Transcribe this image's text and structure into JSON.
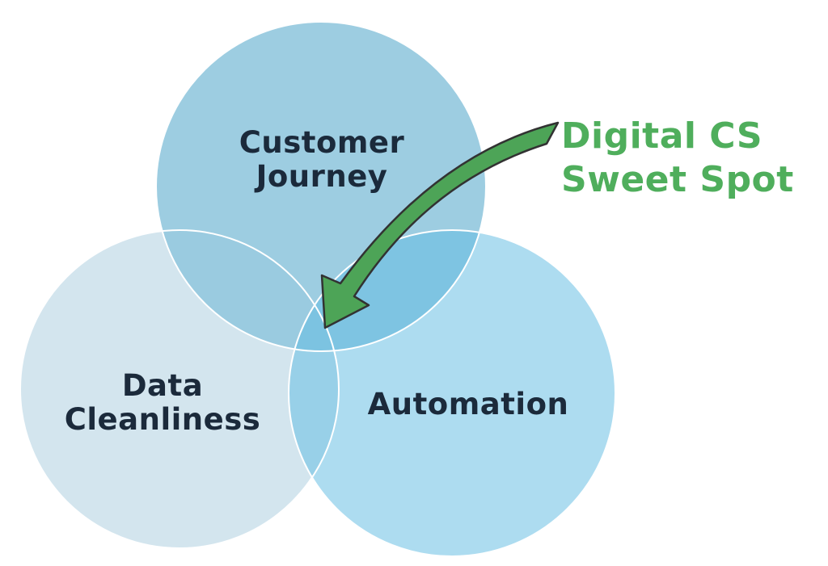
{
  "diagram": {
    "type": "venn-diagram",
    "background_color": "#ffffff",
    "circle_outline_color": "#ffffff",
    "label_color": "#1b2a3b",
    "circles": [
      {
        "name": "customer-journey",
        "label": "Customer\nJourney",
        "fill": "#95c9de"
      },
      {
        "name": "data-cleanliness",
        "label": "Data\nCleanliness",
        "fill": "#d3e5ee"
      },
      {
        "name": "automation",
        "label": "Automation",
        "fill": "#62bbe2"
      }
    ]
  },
  "annotation": {
    "label": "Digital CS\nSweet Spot",
    "text_color": "#4fae5c",
    "arrow_fill": "#4da457",
    "arrow_outline": "#323232"
  }
}
